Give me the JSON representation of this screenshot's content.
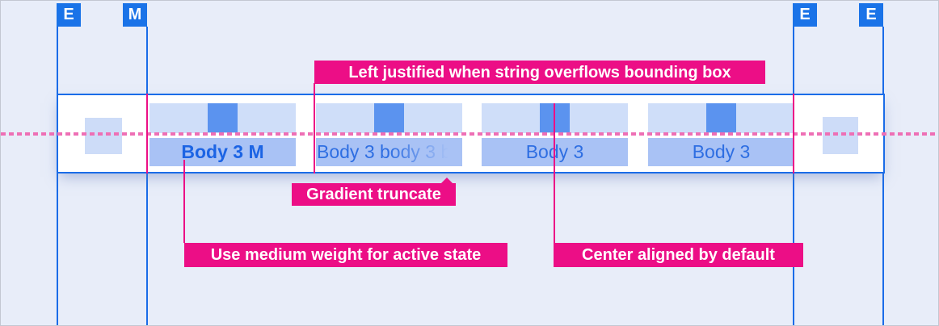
{
  "colors": {
    "background": "#e8edf9",
    "grid_blue": "#1a6ce8",
    "marker_blue": "#1a73e8",
    "pink": "#ec0e86",
    "dash_pink": "#ee6fb5",
    "tab_top_bg": "#cfdef9",
    "tab_square": "#5b93ef",
    "tab_label_bg": "#a9c2f5",
    "tab_text": "#2e6ee2",
    "tab_text_active": "#1c64e4",
    "swatch_bg": "#cddcf8"
  },
  "markers": [
    {
      "letter": "E"
    },
    {
      "letter": "M"
    },
    {
      "letter": "E"
    },
    {
      "letter": "E"
    }
  ],
  "tabs": [
    {
      "label": "Body 3 M",
      "state": "active",
      "align": "center"
    },
    {
      "label": "Body 3 body 3 b",
      "state": "default",
      "align": "left",
      "truncation": "gradient"
    },
    {
      "label": "Body 3",
      "state": "default",
      "align": "center"
    },
    {
      "label": "Body 3",
      "state": "default",
      "align": "center"
    }
  ],
  "annotations": {
    "left_justified": "Left justified when string overflows bounding box",
    "gradient_truncate": "Gradient truncate",
    "medium_weight": "Use medium weight for active state",
    "center_aligned": "Center aligned by default"
  }
}
